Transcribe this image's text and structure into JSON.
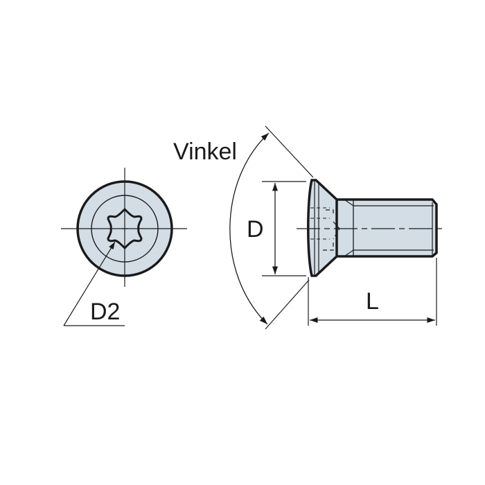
{
  "diagram": {
    "type": "technical-drawing",
    "subject": "countersunk torx screw",
    "colors": {
      "fill": "#d3dde6",
      "outline": "#1a1a1a",
      "background": "#ffffff"
    },
    "labels": {
      "angle": "Vinkel",
      "diameter": "D",
      "drive_diameter": "D2",
      "length": "L"
    },
    "views": [
      {
        "name": "end-view",
        "label": "D2"
      },
      {
        "name": "side-view",
        "labels": [
          "Vinkel",
          "D",
          "L"
        ]
      }
    ]
  }
}
